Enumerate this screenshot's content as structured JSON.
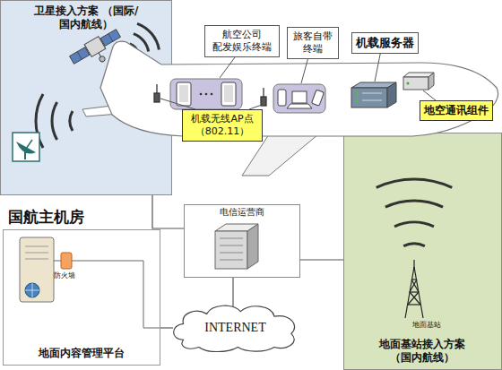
{
  "diagram": {
    "nodes": [
      {
        "text": [
          "卫星接入方案 （国际/国内航线）"
        ]
      },
      {
        "text": [
          "地面基站接入方案 （国内航线）"
        ]
      },
      {
        "text": [
          "航空公司 配发娱乐终端"
        ]
      },
      {
        "text": [
          "旅客自带 终端"
        ]
      },
      {
        "text": [
          "机载服务器"
        ]
      },
      {
        "text": [
          "机载无线AP点 （802.11）"
        ]
      },
      {
        "text": [
          "地空通讯组件"
        ]
      },
      {
        "text": [
          "国航主机房",
          "地面内容管理平台"
        ]
      },
      {
        "text": [
          "电信运营商"
        ]
      },
      {
        "text": [
          "INTERNET"
        ]
      }
    ],
    "edges": [
      {
        "from": 0,
        "to": 8,
        "arrow": "none"
      },
      {
        "from": 1,
        "to": 8,
        "arrow": "none"
      },
      {
        "from": 8,
        "to": 9,
        "arrow": "none"
      },
      {
        "from": 9,
        "to": 7,
        "arrow": "none"
      }
    ],
    "labels": [
      "防火墙",
      "地面基站"
    ]
  }
}
